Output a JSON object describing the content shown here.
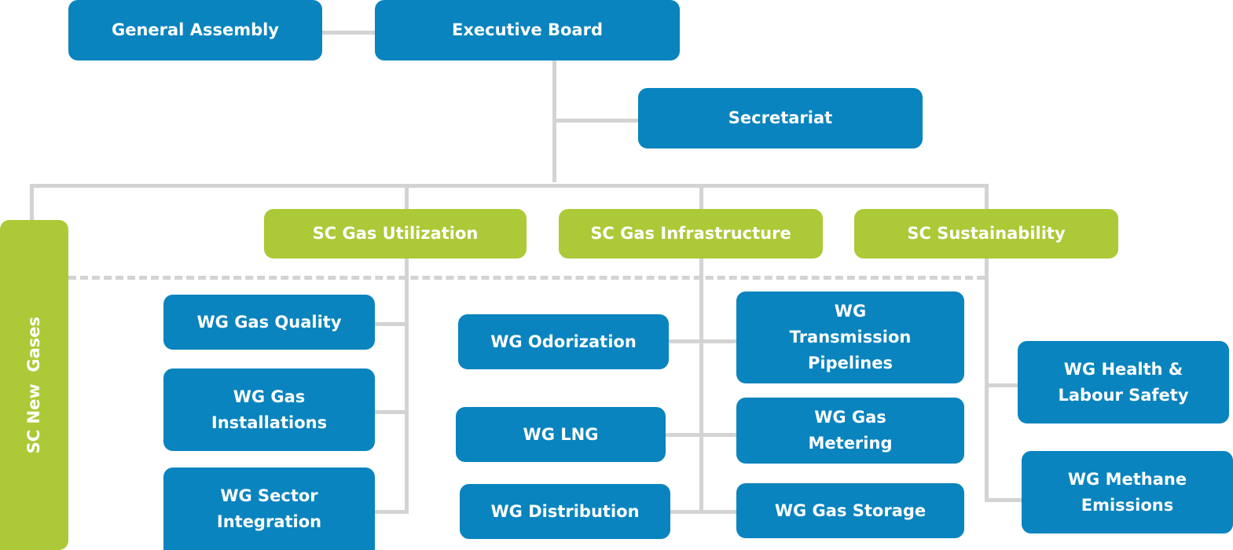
{
  "colors": {
    "board": "#0984BE",
    "committee": "#ACC937",
    "connector": "#D3D3D3",
    "text": "#FFFFFF"
  },
  "top": {
    "general_assembly": "General Assembly",
    "executive_board": "Executive Board",
    "secretariat": "Secretariat"
  },
  "committees": {
    "new_gases": "SC New  Gases",
    "utilization": "SC Gas Utilization",
    "infrastructure": "SC Gas Infrastructure",
    "sustainability": "SC Sustainability"
  },
  "wg_utilization": [
    {
      "line1": "WG Gas Quality",
      "line2": ""
    },
    {
      "line1": "WG Gas",
      "line2": "Installations"
    },
    {
      "line1": "WG Sector",
      "line2": "Integration"
    }
  ],
  "wg_infrastructure_left": [
    {
      "line1": "WG Odorization"
    },
    {
      "line1": "WG LNG"
    },
    {
      "line1": "WG Distribution"
    }
  ],
  "wg_infrastructure_right": [
    {
      "line1": "WG",
      "line2": "Transmission",
      "line3": "Pipelines"
    },
    {
      "line1": "WG Gas",
      "line2": "Metering"
    },
    {
      "line1": "WG Gas Storage"
    }
  ],
  "wg_sustainability": [
    {
      "line1": "WG Health &",
      "line2": "Labour Safety"
    },
    {
      "line1": "WG Methane",
      "line2": "Emissions"
    }
  ]
}
